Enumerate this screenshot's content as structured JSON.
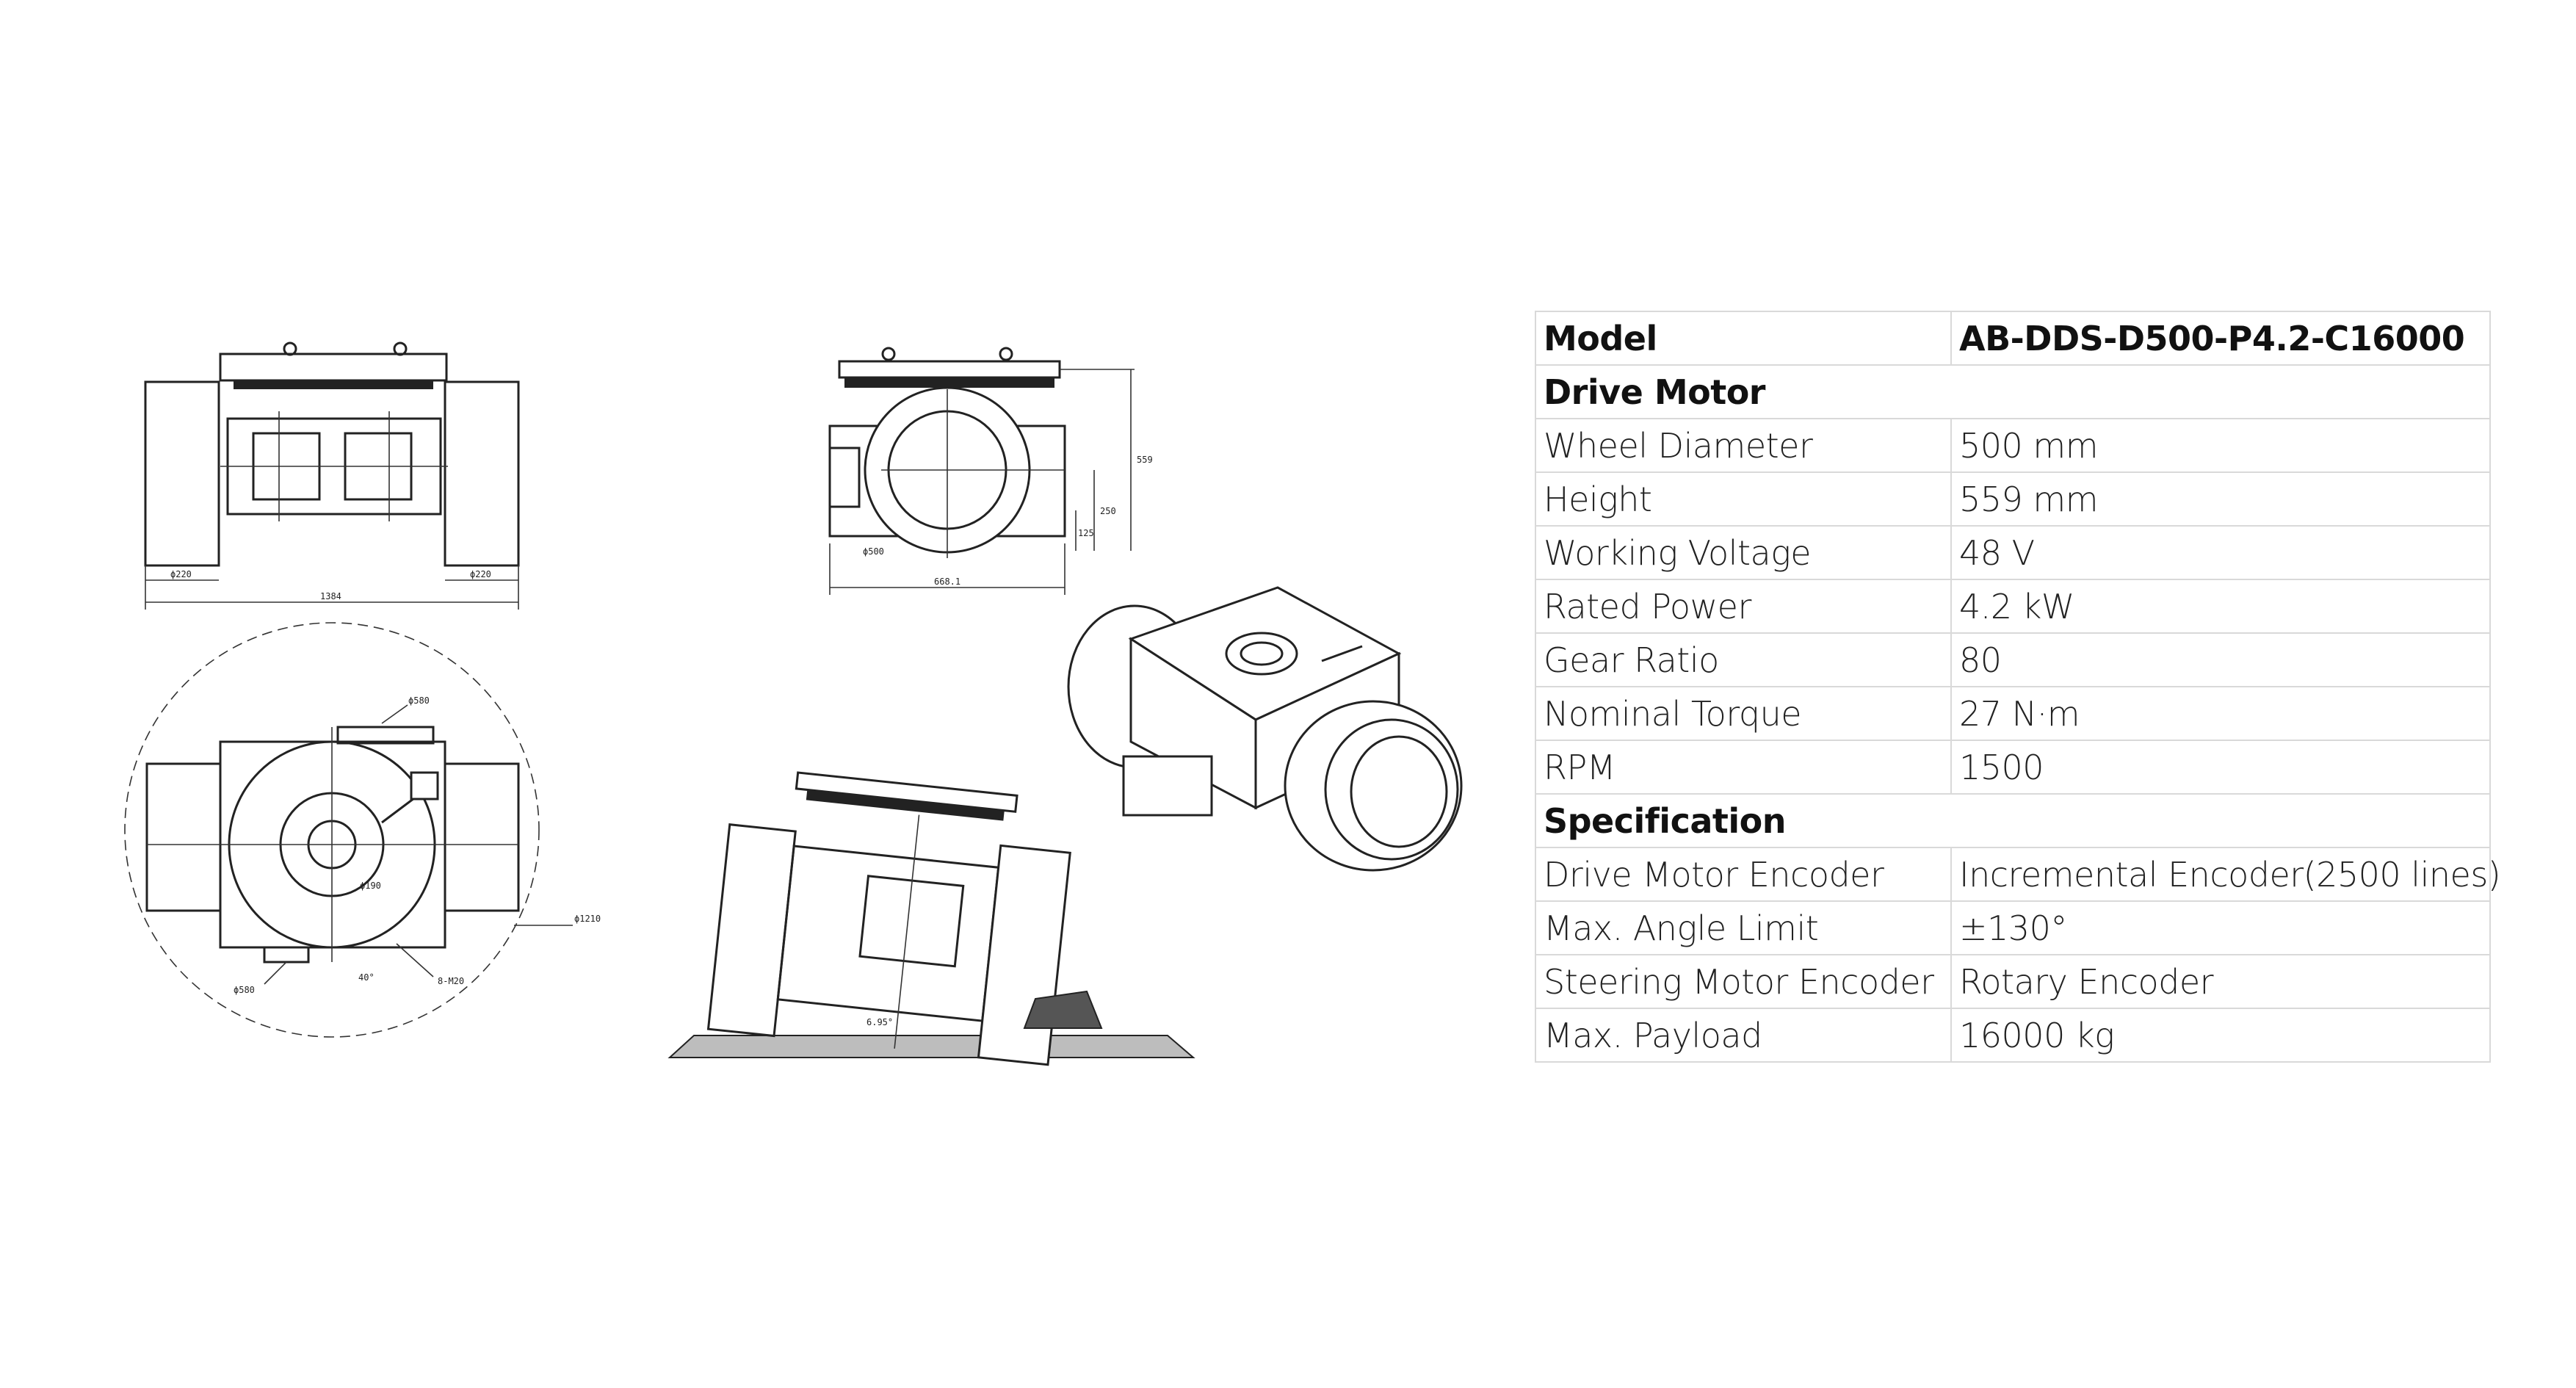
{
  "spec_table": {
    "header": {
      "label": "Model",
      "value": "AB-DDS-D500-P4.2-C16000"
    },
    "sections": [
      {
        "title": "Drive Motor",
        "rows": [
          {
            "label": "Wheel Diameter",
            "value": "500 mm"
          },
          {
            "label": "Height",
            "value": "559 mm"
          },
          {
            "label": "Working Voltage",
            "value": "48 V"
          },
          {
            "label": "Rated Power",
            "value": "4.2 kW"
          },
          {
            "label": "Gear Ratio",
            "value": "80"
          },
          {
            "label": "Nominal Torque",
            "value": "27 N·m"
          },
          {
            "label": "RPM",
            "value": "1500"
          }
        ]
      },
      {
        "title": "Specification",
        "rows": [
          {
            "label": "Drive Motor Encoder",
            "value": "Incremental Encoder(2500 lines)"
          },
          {
            "label": "Max. Angle Limit",
            "value": "±130°"
          },
          {
            "label": "Steering Motor Encoder",
            "value": "Rotary Encoder"
          },
          {
            "label": "Max. Payload",
            "value": "16000 kg"
          }
        ]
      }
    ]
  },
  "drawings": {
    "front_view": {
      "dim_wheel_left": "ϕ220",
      "dim_wheel_right": "ϕ220",
      "dim_overall": "1384"
    },
    "side_view": {
      "dim_height": "559",
      "dim_axle": "250",
      "dim_low": "125",
      "dim_wheel": "ϕ500",
      "dim_length": "668.1"
    },
    "top_view": {
      "dim_top": "ϕ580",
      "dim_bottom": "ϕ580",
      "dim_circle": "ϕ1210",
      "dim_hub": "ϕ190",
      "dim_holes": "8-M20",
      "dim_angle": "40°"
    },
    "tilt_view": {
      "dim_angle": "6.95°"
    }
  }
}
